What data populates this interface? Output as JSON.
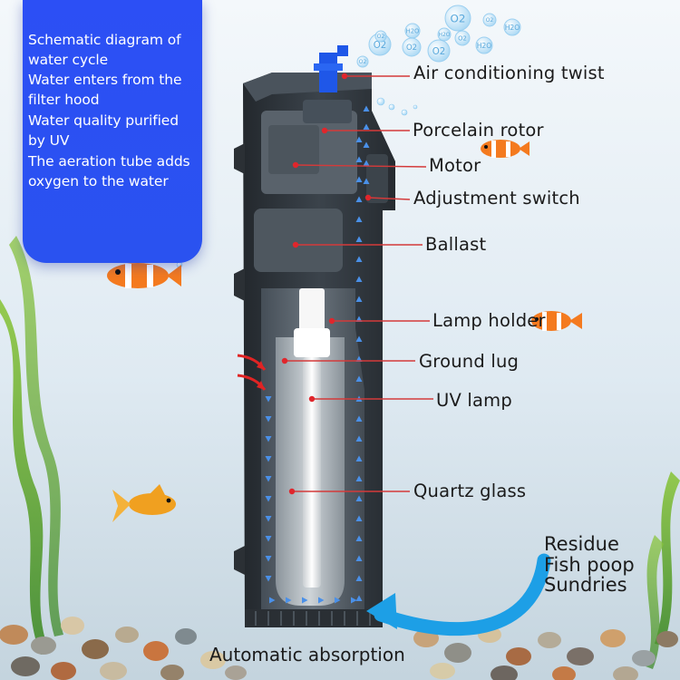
{
  "info_panel": {
    "lines": [
      "Schematic diagram of",
      "water cycle",
      "Water enters from the",
      "filter hood",
      "Water quality purified",
      "by UV",
      "The aeration tube adds",
      "oxygen to the water"
    ]
  },
  "callouts": [
    "Air conditioning twist",
    "Porcelain rotor",
    "Motor",
    "Adjustment switch",
    "Ballast",
    "Lamp holder",
    "Ground lug",
    "UV lamp",
    "Quartz glass"
  ],
  "debris": [
    "Residue",
    "Fish poop",
    "Sundries"
  ],
  "bottom_label": "Automatic absorption",
  "bubble_labels": [
    "O2",
    "O2",
    "O2",
    "O2",
    "H2O",
    "H2O",
    "H2O",
    "O2",
    "O2",
    "H2O",
    "O2",
    "O2"
  ],
  "colors": {
    "panel": "#2c4ff5",
    "callout_dot": "#e0262c",
    "callout_line": "#d43a3a",
    "flow_arrow": "#4a90e8",
    "intake_arrow": "#e02424",
    "absorption_arrow": "#1d9fe6",
    "filter_body": "#333a41"
  }
}
